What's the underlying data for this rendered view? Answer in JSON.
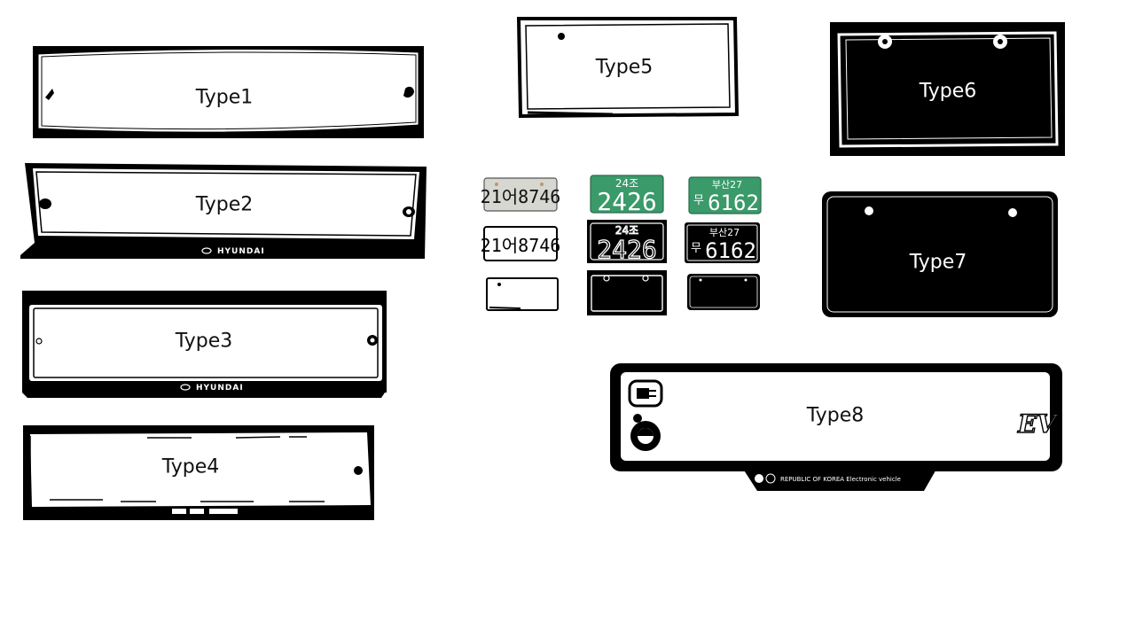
{
  "type_labels": {
    "type1": "Type1",
    "type2": "Type2",
    "type3": "Type3",
    "type4": "Type4",
    "type5": "Type5",
    "type6": "Type6",
    "type7": "Type7",
    "type8": "Type8"
  },
  "branding": {
    "hyundai": "HYUNDAI",
    "type8_caption": "REPUBLIC OF KOREA  Electronic vehicle",
    "ev_mark": "EV"
  },
  "plates": {
    "white_number": "21어8746",
    "green_top": "24조",
    "green_number": "2426",
    "green2_top": "부산27",
    "green2_prefix": "무",
    "green2_number": "6162"
  },
  "colors": {
    "black": "#000000",
    "white": "#ffffff",
    "plate_green": "#3a9a6a",
    "plate_grey": "#d7d7d2"
  }
}
